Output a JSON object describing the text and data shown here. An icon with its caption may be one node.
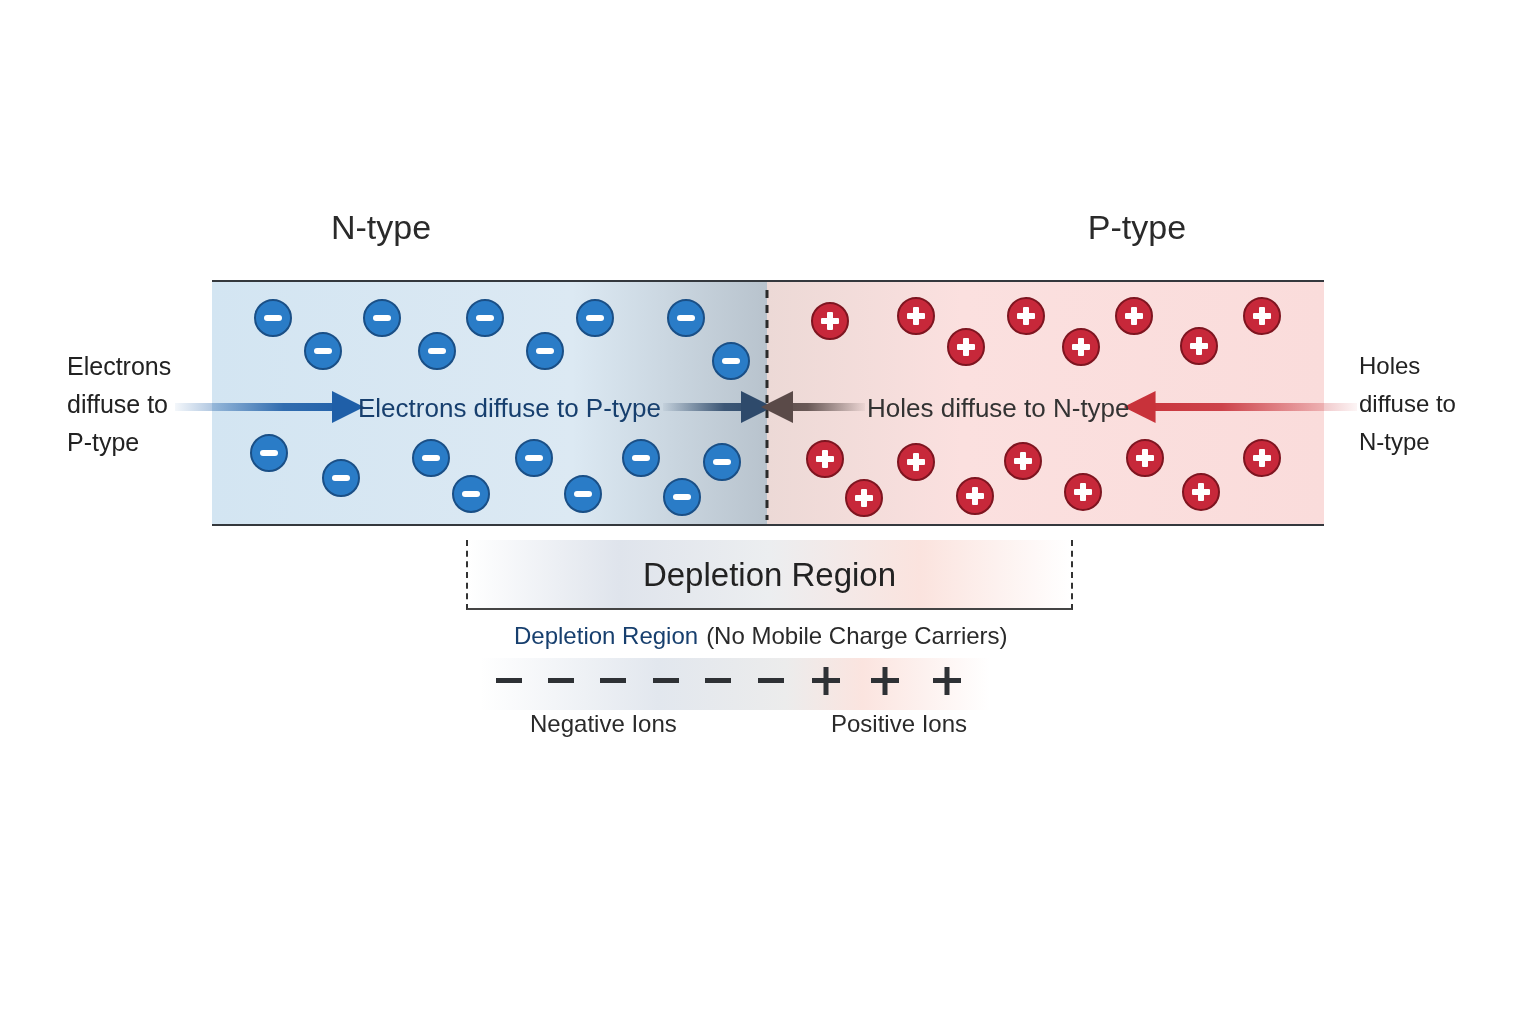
{
  "diagram": {
    "nodes": [
      {
        "text": [
          "N-type"
        ]
      },
      {
        "text": [
          "P-type"
        ]
      },
      {
        "text": [
          "Electrons diffuse to P-type"
        ]
      },
      {
        "text": [
          "Electrons diffuse to P-type"
        ],
        "in": 0
      },
      {
        "text": [
          "Holes diffuse to N-type"
        ]
      },
      {
        "text": [
          "Holes diffuse to N-type"
        ],
        "in": 1
      },
      {
        "text": [
          "Depletion Region"
        ]
      }
    ],
    "edges": [
      {
        "from": 2,
        "to": 3,
        "arrow": "to",
        "color": "#1f5fa8"
      },
      {
        "from": 3,
        "to": 1,
        "arrow": "to",
        "color": "#2e4a6b"
      },
      {
        "from": 4,
        "to": 5,
        "arrow": "to",
        "color": "#c8323a"
      },
      {
        "from": 5,
        "to": 0,
        "arrow": "to",
        "color": "#5a4a48"
      }
    ],
    "labels": [
      "Depletion Region",
      "(No Mobile Charge Carriers)",
      "Negative Ions",
      "Positive Ions"
    ]
  }
}
